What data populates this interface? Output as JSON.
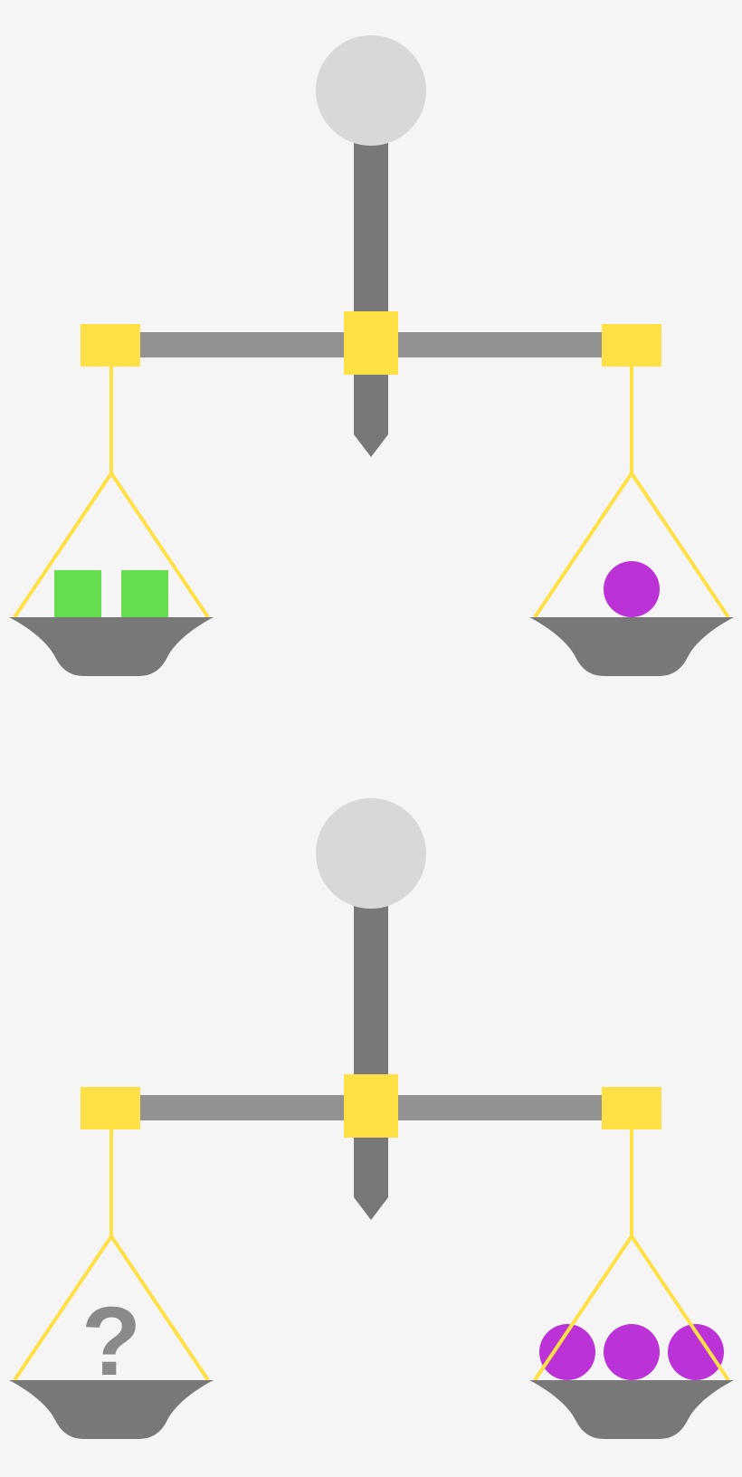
{
  "colors": {
    "background": "#f5f5f5",
    "knob": "#d8d8d8",
    "post": "#787878",
    "beam": "#929292",
    "joint": "#ffe045",
    "string": "#ffe045",
    "pan": "#787878",
    "square_weight": "#66dd4f",
    "circle_weight": "#bb33d6",
    "question_mark": "#8a8a8a"
  },
  "balances": [
    {
      "left_pan": {
        "items": [
          "square",
          "square"
        ]
      },
      "right_pan": {
        "items": [
          "circle"
        ]
      }
    },
    {
      "left_pan": {
        "items": [
          "unknown"
        ],
        "unknown_label": "?"
      },
      "right_pan": {
        "items": [
          "circle",
          "circle",
          "circle"
        ]
      }
    }
  ]
}
